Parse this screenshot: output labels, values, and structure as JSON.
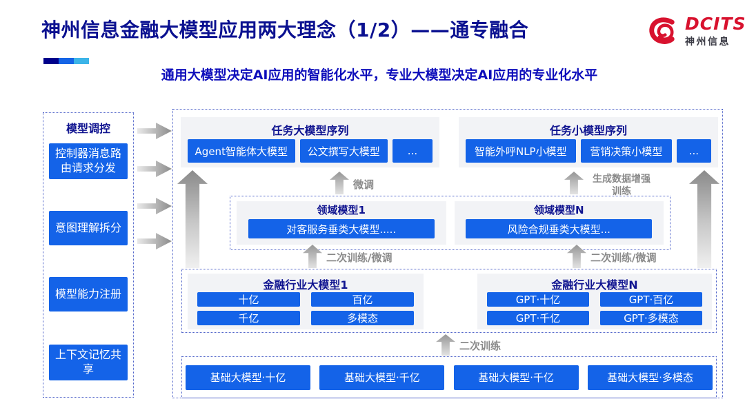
{
  "header": {
    "title": "神州信息金融大模型应用两大理念（1/2）——通专融合",
    "subtitle": "通用大模型决定AI应用的智能化水平，专业大模型决定AI应用的专业化水平",
    "logo": {
      "brand": "DCITS",
      "brand_cn": "神州信息"
    }
  },
  "sidebar": {
    "title": "模型调控",
    "items": [
      {
        "label": "控制器消息路由请求分发"
      },
      {
        "label": "意图理解拆分"
      },
      {
        "label": "模型能力注册"
      },
      {
        "label": "上下文记忆共享"
      }
    ]
  },
  "task_large": {
    "title": "任务大模型序列",
    "items": [
      "Agent智能体大模型",
      "公文撰写大模型",
      "..."
    ]
  },
  "task_small": {
    "title": "任务小模型序列",
    "items": [
      "智能外呼NLP小模型",
      "营销决策小模型",
      "..."
    ]
  },
  "arrow_labels": {
    "fine_tune": "微调",
    "gen_data_line1": "生成数据增强",
    "gen_data_line2": "训练",
    "second_train_finetune": "二次训练/微调",
    "second_train": "二次训练"
  },
  "domain_models": [
    {
      "title": "领域模型1",
      "model": "对客服务垂类大模型....."
    },
    {
      "title": "领域模型N",
      "model": "风险合规垂类大模型..."
    }
  ],
  "industry_models": [
    {
      "title": "金融行业大模型1",
      "items": [
        "十亿",
        "百亿",
        "千亿",
        "多模态"
      ]
    },
    {
      "title": "金融行业大模型N",
      "items": [
        "GPT·十亿",
        "GPT·百亿",
        "GPT·千亿",
        "GPT·多模态"
      ]
    }
  ],
  "base_models": [
    "基础大模型·十亿",
    "基础大模型·千亿",
    "基础大模型·千亿",
    "基础大模型·多模态"
  ],
  "colors": {
    "primary_blue": "#1463e8",
    "heading_navy": "#101490",
    "subtitle_blue": "#0d0dbb",
    "logo_red": "#d8122e",
    "arrow_gray": "#8a8a8a"
  }
}
